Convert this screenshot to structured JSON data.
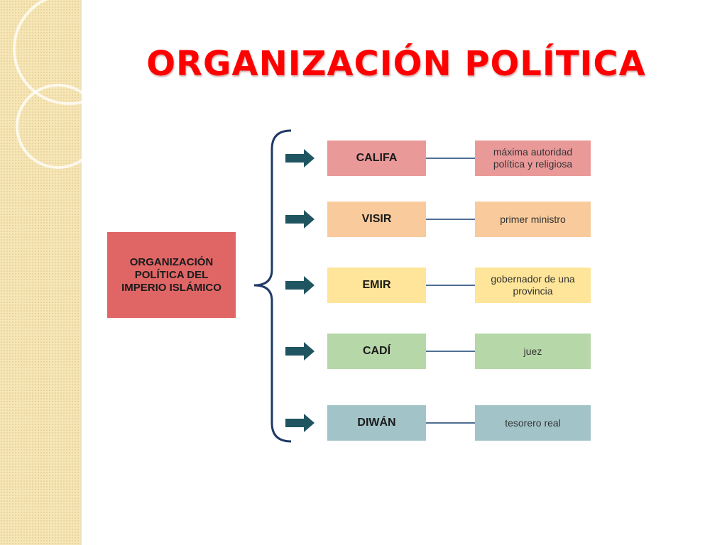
{
  "title": "ORGANIZACIÓN POLÍTICA",
  "root": {
    "label": "ORGANIZACIÓN POLÍTICA DEL IMPERIO ISLÁMICO",
    "color": "#e06666"
  },
  "arrow_color": "#1f5560",
  "bracket_color": "#1f3a66",
  "items": [
    {
      "label": "CALIFA",
      "description": "máxima autoridad política y religiosa",
      "color": "#ea9999"
    },
    {
      "label": "VISIR",
      "description": "primer ministro",
      "color": "#f9cb9c"
    },
    {
      "label": "EMIR",
      "description": "gobernador de una provincia",
      "color": "#ffe599"
    },
    {
      "label": "CADÍ",
      "description": "juez",
      "color": "#b6d7a8"
    },
    {
      "label": "DIWÁN",
      "description": "tesorero real",
      "color": "#a2c4c9"
    }
  ]
}
